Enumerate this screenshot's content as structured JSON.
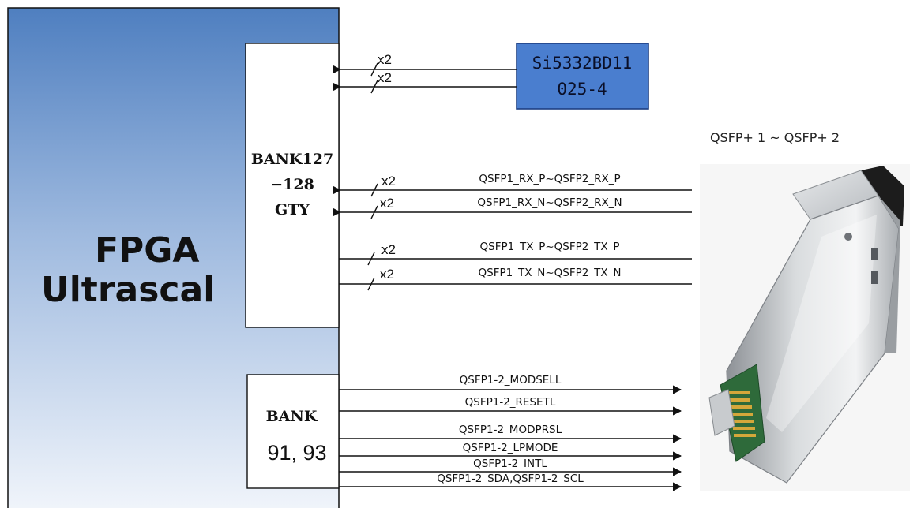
{
  "fpga": {
    "title_line1": "FPGA",
    "title_line2": "Ultrascal"
  },
  "bank_gty": {
    "line1": "BANK127",
    "line2": "−128",
    "line3": "GTY"
  },
  "bank_io": {
    "line1": "BANK",
    "line2": "91, 93"
  },
  "clock_chip": {
    "line1": "Si5332BD11",
    "line2": "025-4"
  },
  "qsfp": {
    "title": "QSFP+ 1 ~ QSFP+ 2"
  },
  "multiplicity": "x2",
  "gty_signals": [
    "QSFP1_RX_P~QSFP2_RX_P",
    "QSFP1_RX_N~QSFP2_RX_N",
    "QSFP1_TX_P~QSFP2_TX_P",
    "QSFP1_TX_N~QSFP2_TX_N"
  ],
  "io_signals": [
    "QSFP1-2_MODSELL",
    "QSFP1-2_RESETL",
    "QSFP1-2_MODPRSL",
    "QSFP1-2_LPMODE",
    "QSFP1-2_INTL",
    "QSFP1-2_SDA,QSFP1-2_SCL"
  ],
  "colors": {
    "fpga_gradient_top": "#4f7fc0",
    "fpga_gradient_bottom": "#f1f5fb",
    "clock_chip_fill": "#4a7ecf",
    "clock_chip_border": "#1d3f82"
  },
  "icons": {
    "qsfp_module": "qsfp-transceiver-icon"
  }
}
